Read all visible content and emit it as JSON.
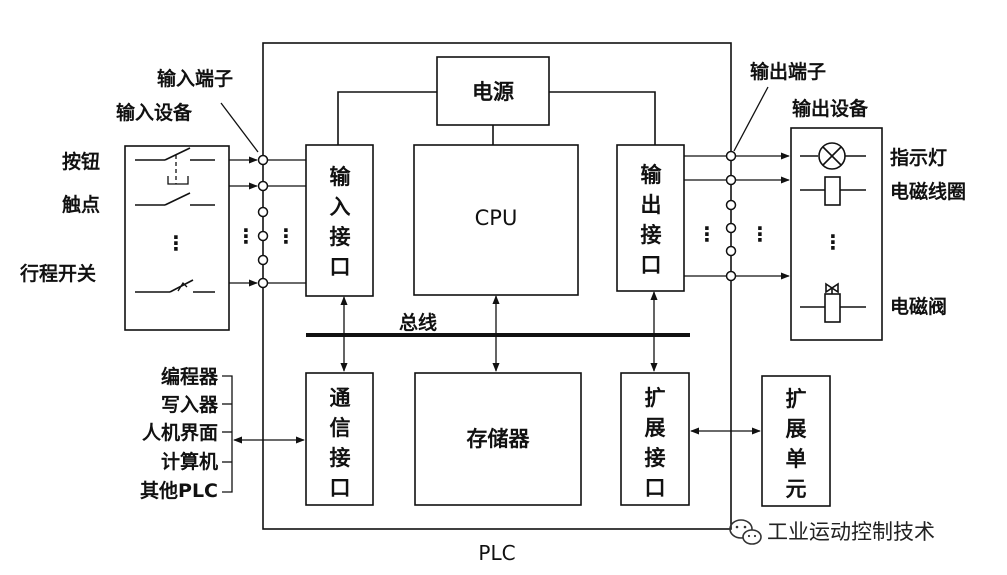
{
  "labels": {
    "input_terminal": "输入端子",
    "input_device": "输入设备",
    "button": "按钮",
    "contact": "触点",
    "limit_switch": "行程开关",
    "output_terminal": "输出端子",
    "output_device": "输出设备",
    "indicator_lamp": "指示灯",
    "solenoid_coil": "电磁线圈",
    "solenoid_valve": "电磁阀",
    "bus": "总线",
    "plc": "PLC",
    "ellipsis": "⋮"
  },
  "boxes": {
    "power": "电源",
    "cpu": "CPU",
    "input_interface": [
      "输",
      "入",
      "接",
      "口"
    ],
    "output_interface": [
      "输",
      "出",
      "接",
      "口"
    ],
    "comm_interface": [
      "通",
      "信",
      "接",
      "口"
    ],
    "memory": "存储器",
    "expansion_interface": [
      "扩",
      "展",
      "接",
      "口"
    ],
    "expansion_unit": [
      "扩",
      "展",
      "单",
      "元"
    ]
  },
  "external_devices": [
    "编程器",
    "写入器",
    "人机界面",
    "计算机",
    "其他PLC"
  ],
  "watermark": "工业运动控制技术",
  "watermark_icon": "wechat-icon"
}
